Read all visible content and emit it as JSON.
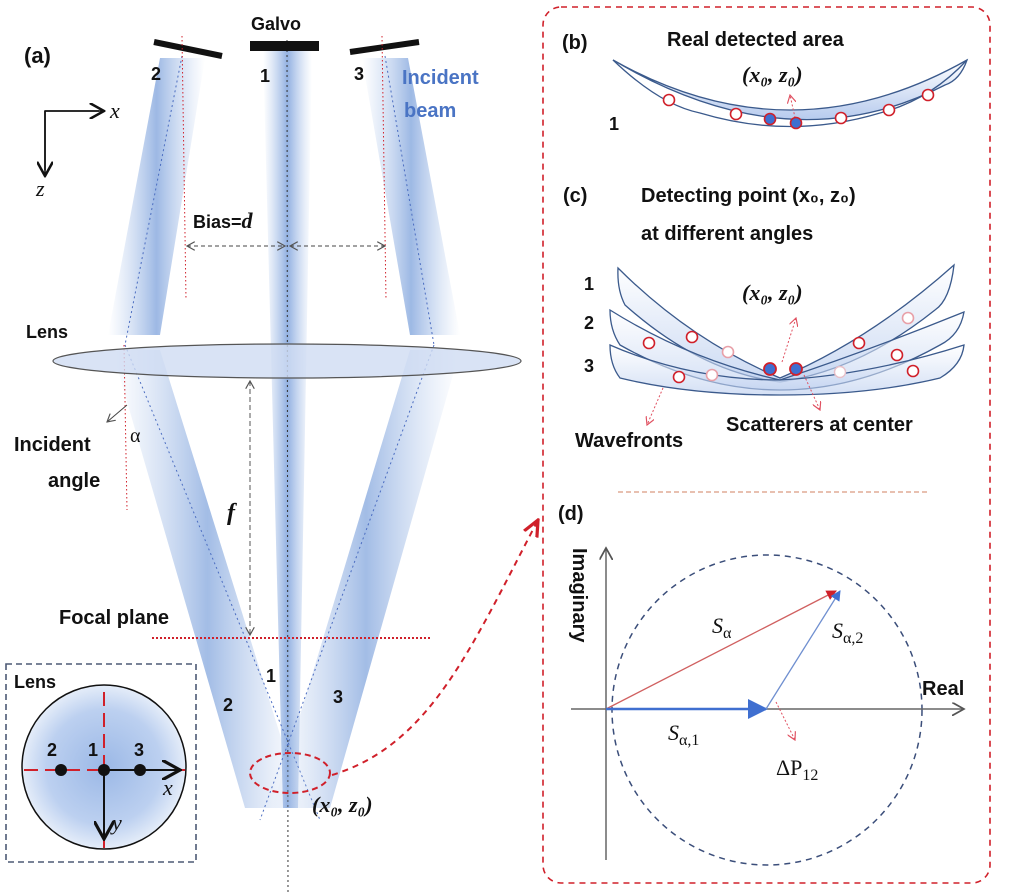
{
  "panel_a": {
    "label": "(a)",
    "galvo_label": "Galvo",
    "mirror_numbers": [
      "2",
      "1",
      "3"
    ],
    "incident_beam_label": [
      "Incident",
      "beam"
    ],
    "axis_x": "x",
    "axis_z": "z",
    "bias_label": "Bias=",
    "bias_symbol": "d",
    "lens_label": "Lens",
    "incident_angle_label": [
      "Incident",
      "angle"
    ],
    "alpha_symbol": "α",
    "focal_length_symbol": "f",
    "focal_plane_label": "Focal plane",
    "beam_numbers_bottom": [
      "2",
      "1",
      "3"
    ],
    "focus_point_label": "(x₀, z₀)",
    "inset": {
      "title": "Lens",
      "points": [
        "2",
        "1",
        "3"
      ],
      "axis_x": "x",
      "axis_y": "y"
    }
  },
  "panel_b": {
    "label": "(b)",
    "title": "Real detected area",
    "point_label": "(x₀, z₀)",
    "wavefront_number": "1"
  },
  "panel_c": {
    "label": "(c)",
    "title_line1": "Detecting point (x₀, z₀)",
    "title_line2": "at different angles",
    "wavefront_numbers": [
      "1",
      "2",
      "3"
    ],
    "point_label": "(x₀, z₀)",
    "wavefronts_label": "Wavefronts",
    "scatterers_label": "Scatterers at center"
  },
  "panel_d": {
    "label": "(d)",
    "axis_imag": "Imaginary",
    "axis_real": "Real",
    "vec_total": "S",
    "vec_total_sub": "α",
    "vec_1": "S",
    "vec_1_sub": "α,1",
    "vec_2": "S",
    "vec_2_sub": "α,2",
    "phase_label": "ΔP",
    "phase_sub": "12"
  },
  "colors": {
    "beam": "#7fa3dc",
    "red": "#d0202a",
    "navy": "#3b5a8c",
    "blue_label": "#4a74c4"
  }
}
